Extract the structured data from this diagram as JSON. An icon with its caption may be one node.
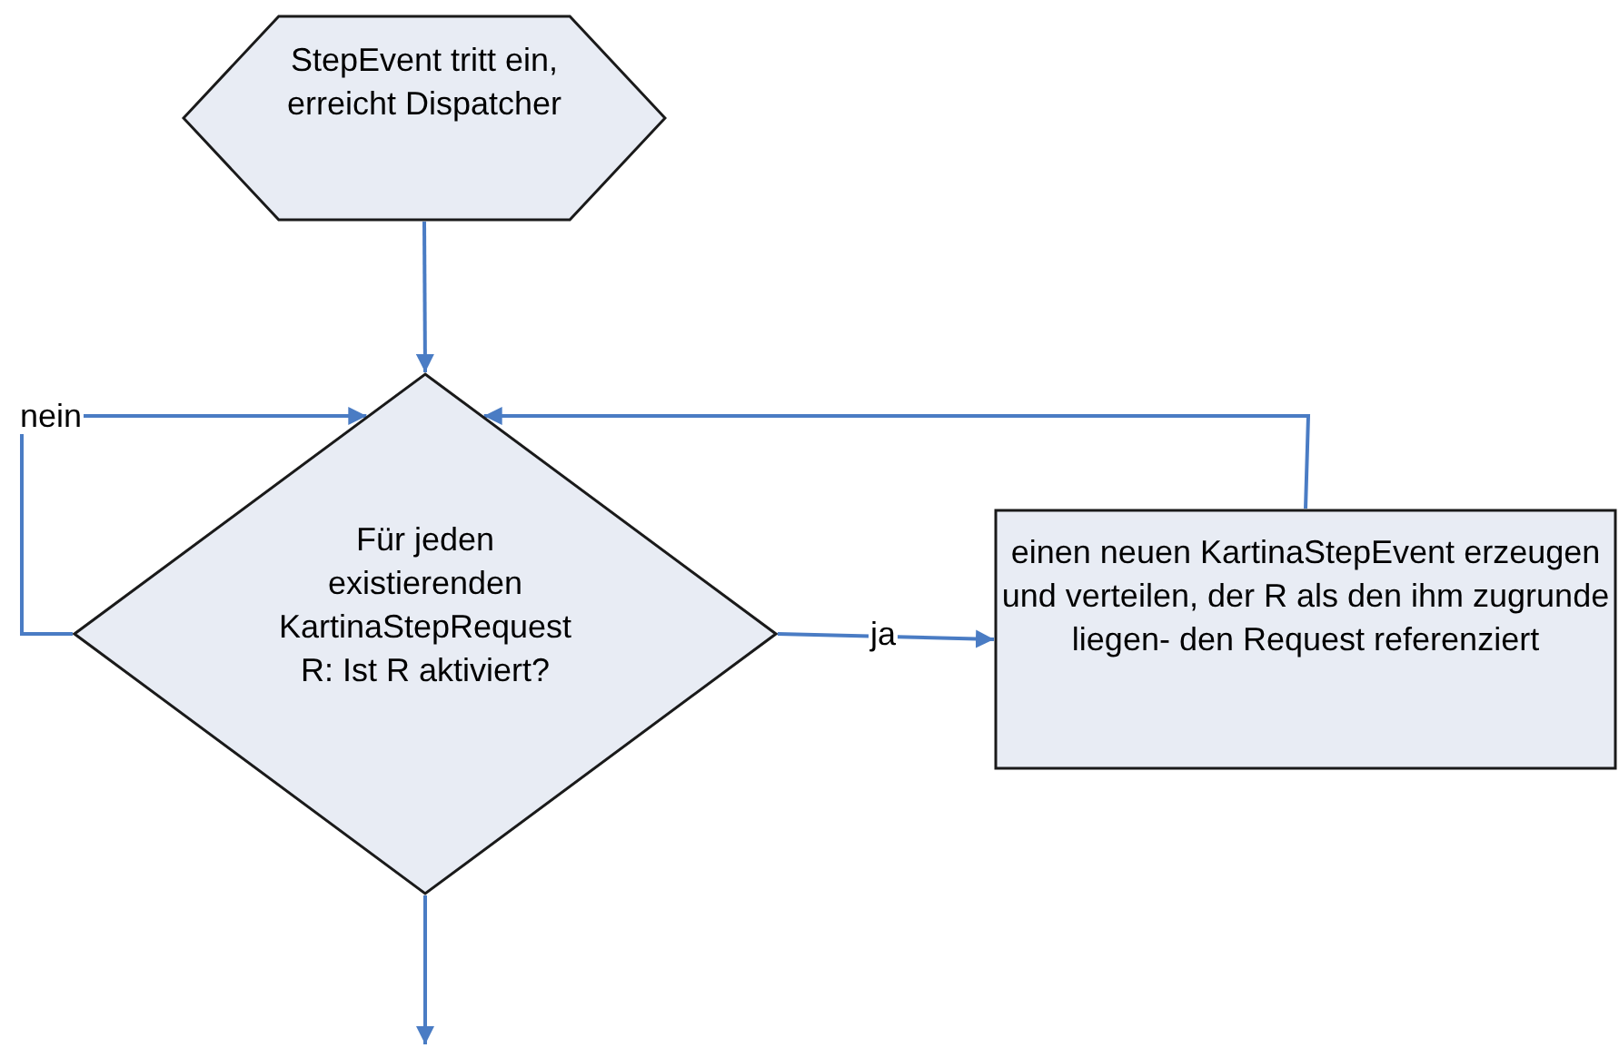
{
  "diagram": {
    "nodes": [
      {
        "text": [
          "StepEvent tritt ein, erreicht Dispatcher"
        ]
      },
      {
        "text": [
          "Für jeden existierenden KartinaStepRequest R: Ist R aktiviert?"
        ]
      },
      {
        "text": [
          "einen neuen KartinaStepEvent erzeugen und verteilen, der R als den ihm zugrunde liegen- den Request referenziert"
        ]
      }
    ],
    "edges": [
      {
        "from": 0,
        "to": 1,
        "arrow": "to"
      },
      {
        "from": 1,
        "to": 1,
        "arrow": "to",
        "label": "nein"
      },
      {
        "from": 1,
        "to": 2,
        "arrow": "to",
        "label": "ja"
      },
      {
        "from": 2,
        "to": 1,
        "arrow": "to"
      },
      {
        "from": 1,
        "to": null,
        "arrow": "to"
      }
    ]
  }
}
